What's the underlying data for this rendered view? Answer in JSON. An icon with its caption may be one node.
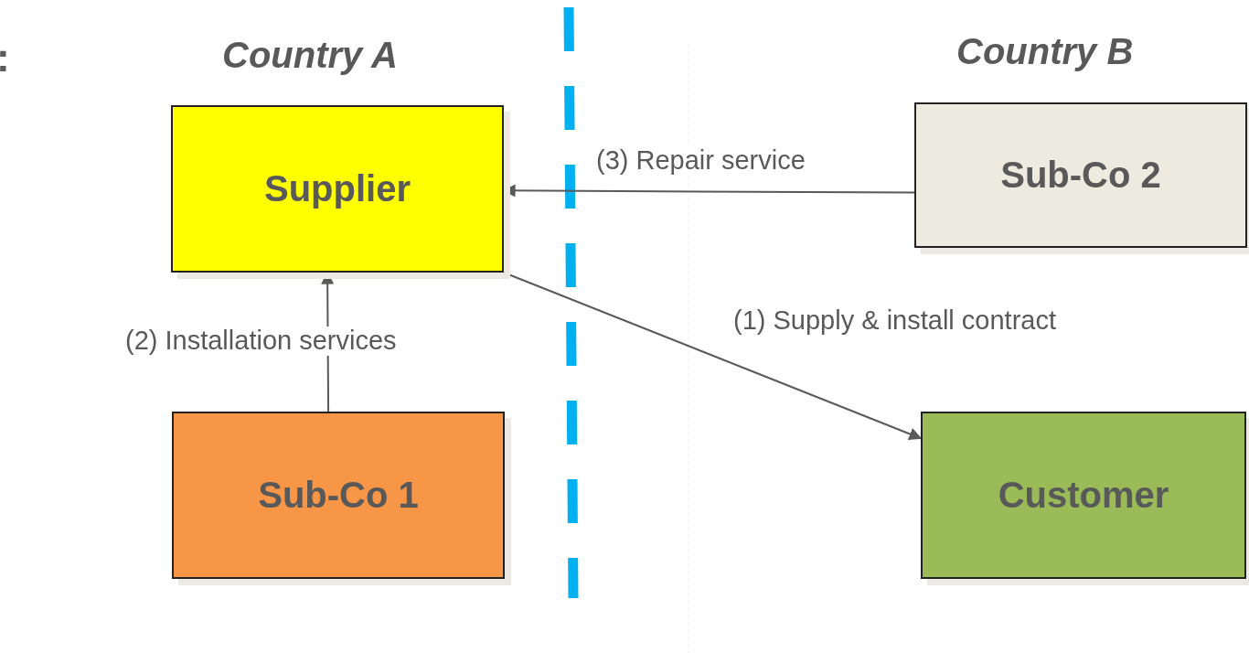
{
  "diagram": {
    "nodes": [
      {
        "text": [
          "Supplier"
        ]
      },
      {
        "text": [
          "Sub-Co 2"
        ]
      },
      {
        "text": [
          "Sub-Co 1"
        ]
      },
      {
        "text": [
          "Customer"
        ]
      }
    ],
    "edges": [
      {
        "from": 0,
        "to": 3,
        "arrow": "to",
        "label": "(1) Supply & install contract"
      },
      {
        "from": 2,
        "to": 0,
        "arrow": "to",
        "label": "(2) Installation services"
      },
      {
        "from": 1,
        "to": 0,
        "arrow": "to",
        "label": "(3) Repair service"
      }
    ],
    "labels": [
      ":",
      "Country A",
      "Country B"
    ]
  }
}
